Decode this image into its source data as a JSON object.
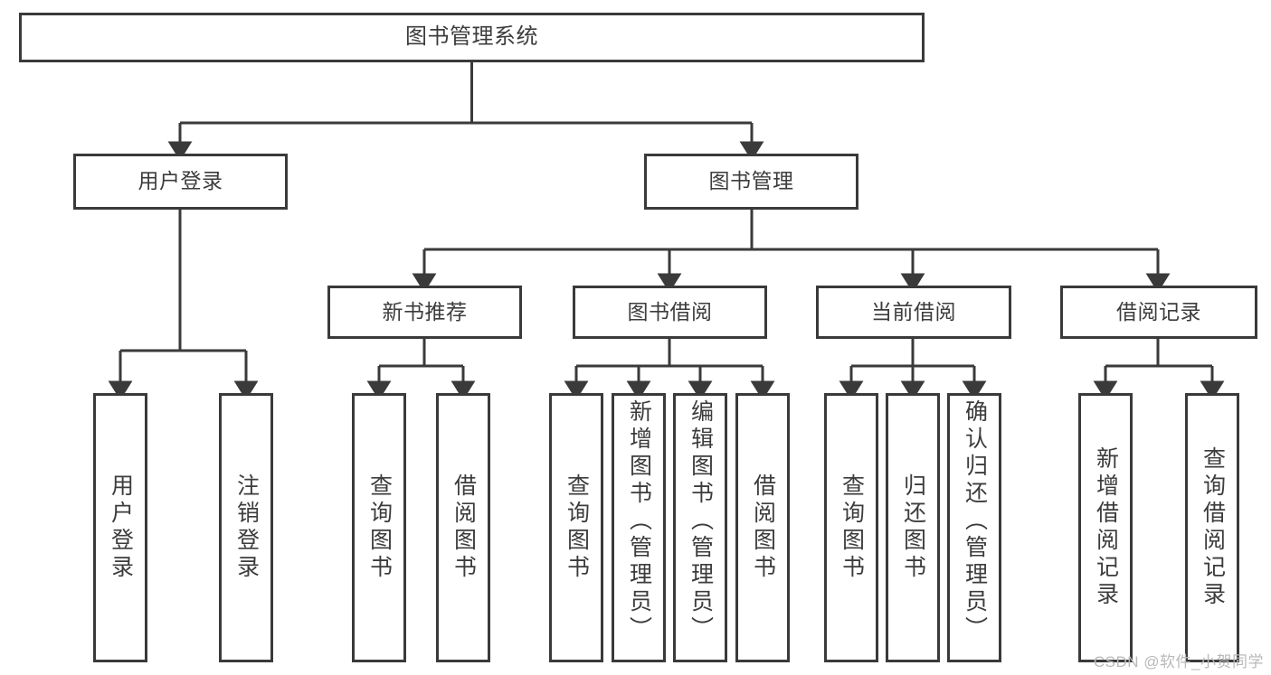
{
  "diagram": {
    "title": "图书管理系统",
    "type": "tree-hierarchy-chart",
    "orientation": "top-down",
    "stroke_color": "#3a3a3a",
    "fill_color": "#ffffff",
    "text_color": "#3c3c3c"
  },
  "nodes": {
    "root": {
      "label": "图书管理系统",
      "level": 1
    },
    "level2": [
      {
        "id": "user-login",
        "label": "用户登录",
        "level": 2
      },
      {
        "id": "book-manage",
        "label": "图书管理",
        "level": 2
      }
    ],
    "level3": [
      {
        "id": "new-book-recommend",
        "label": "新书推荐",
        "level": 3
      },
      {
        "id": "book-borrow",
        "label": "图书借阅",
        "level": 3
      },
      {
        "id": "current-borrow",
        "label": "当前借阅",
        "level": 3
      },
      {
        "id": "borrow-record",
        "label": "借阅记录",
        "level": 3
      }
    ],
    "leaves": [
      {
        "id": "leaf-user-login",
        "label": "用户登录",
        "parent": "user-login"
      },
      {
        "id": "leaf-user-logout",
        "label": "注销登录",
        "parent": "user-login"
      },
      {
        "id": "leaf-query-book-1",
        "label": "查询图书",
        "parent": "new-book-recommend"
      },
      {
        "id": "leaf-borrow-book-1",
        "label": "借阅图书",
        "parent": "new-book-recommend"
      },
      {
        "id": "leaf-query-book-2",
        "label": "查询图书",
        "parent": "book-borrow"
      },
      {
        "id": "leaf-add-book",
        "label": "新增图书（管理员）",
        "parent": "book-borrow"
      },
      {
        "id": "leaf-edit-book",
        "label": "编辑图书（管理员）",
        "parent": "book-borrow"
      },
      {
        "id": "leaf-borrow-book-2",
        "label": "借阅图书",
        "parent": "book-borrow"
      },
      {
        "id": "leaf-query-book-3",
        "label": "查询图书",
        "parent": "current-borrow"
      },
      {
        "id": "leaf-return-book",
        "label": "归还图书",
        "parent": "current-borrow"
      },
      {
        "id": "leaf-confirm-return",
        "label": "确认归还（管理员）",
        "parent": "current-borrow"
      },
      {
        "id": "leaf-add-record",
        "label": "新增借阅记录",
        "parent": "borrow-record"
      },
      {
        "id": "leaf-query-record",
        "label": "查询借阅记录",
        "parent": "borrow-record"
      }
    ]
  },
  "watermark": {
    "text": "CSDN @软件_小贺同学"
  }
}
